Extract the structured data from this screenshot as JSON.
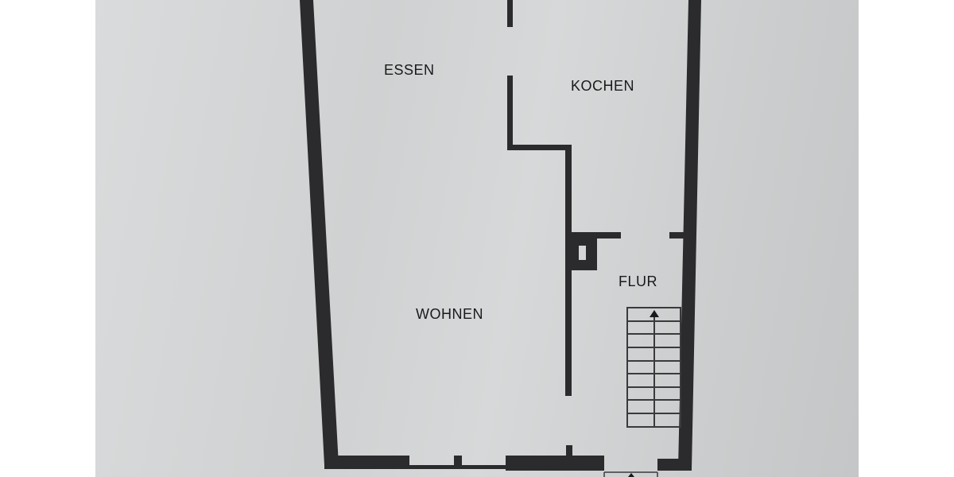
{
  "floorplan": {
    "rooms": [
      {
        "id": "essen",
        "label": "ESSEN"
      },
      {
        "id": "kochen",
        "label": "KOCHEN"
      },
      {
        "id": "flur",
        "label": "FLUR"
      },
      {
        "id": "wohnen",
        "label": "WOHNEN"
      }
    ],
    "stairs": {
      "steps": 9,
      "direction": "up"
    },
    "colors": {
      "wall": "#2b2b2d",
      "paper": "#d4d6d7",
      "background": "#ffffff",
      "text": "#1a1a1a"
    }
  }
}
